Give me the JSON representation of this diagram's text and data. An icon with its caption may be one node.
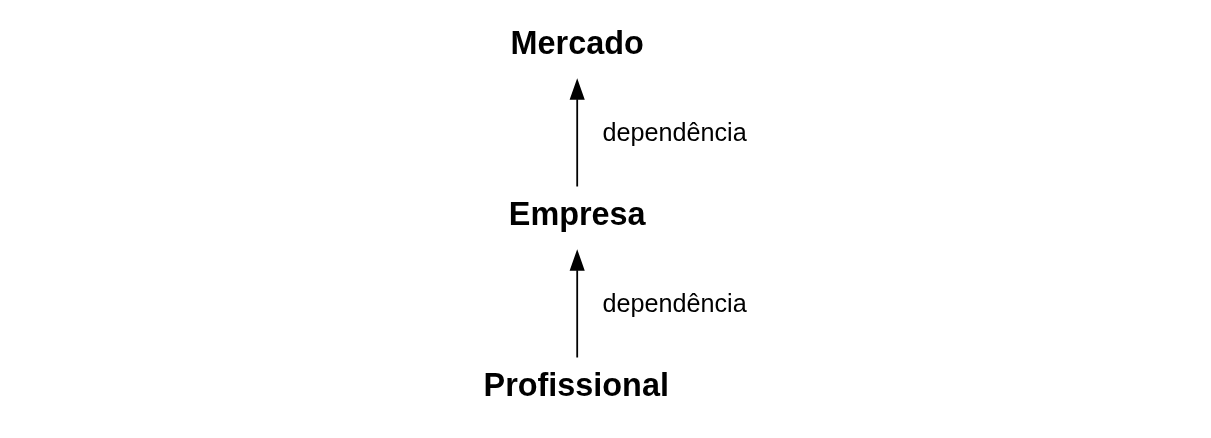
{
  "diagram": {
    "nodes": [
      {
        "text": [
          "Mercado"
        ]
      },
      {
        "text": [
          "Empresa"
        ]
      },
      {
        "text": [
          "Profissional"
        ]
      }
    ],
    "edges": [
      {
        "from": 1,
        "to": 0,
        "arrow": "to",
        "label": "dependência"
      },
      {
        "from": 2,
        "to": 1,
        "arrow": "to",
        "label": "dependência"
      }
    ]
  }
}
